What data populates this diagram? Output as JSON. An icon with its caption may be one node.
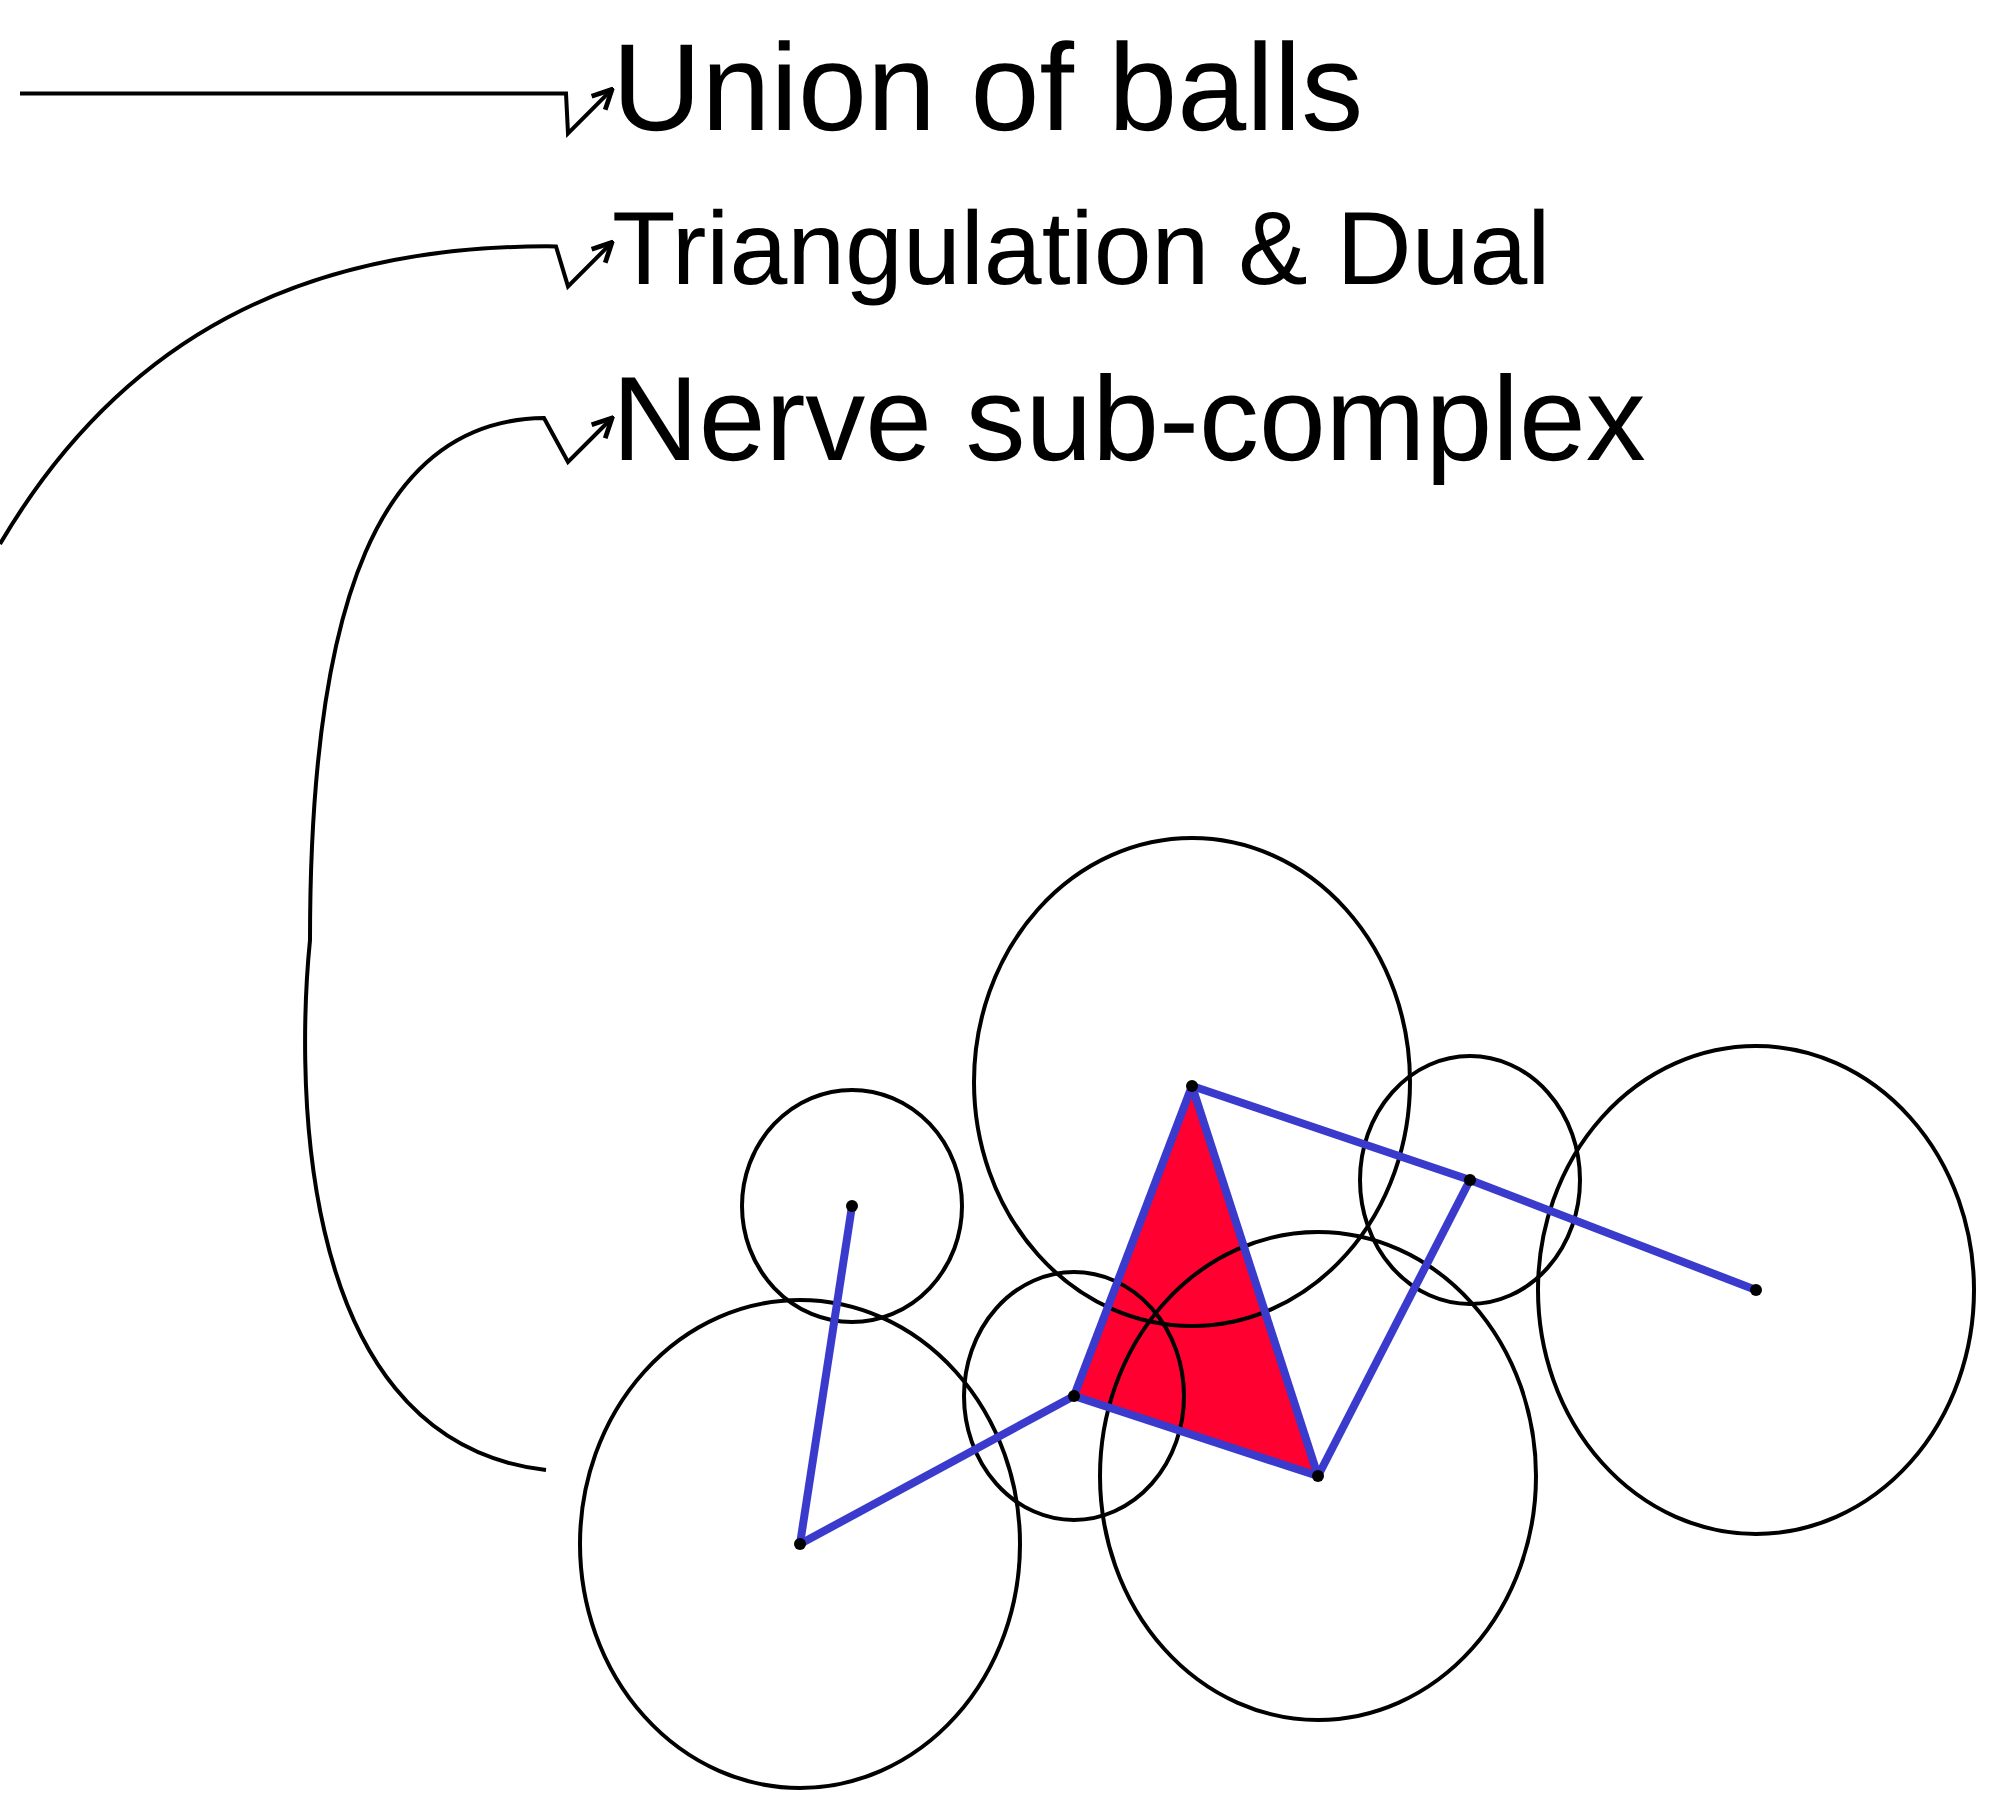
{
  "diagram": {
    "nodes": [
      {
        "text": [
          "Union of balls"
        ]
      },
      {
        "text": [
          "Triangulation & Dual"
        ]
      },
      {
        "text": [
          "Nerve sub-complex"
        ]
      }
    ],
    "edges": [
      {
        "from": null,
        "to": 0,
        "arrow": "to"
      },
      {
        "from": null,
        "to": 1,
        "arrow": "to"
      },
      {
        "from": null,
        "to": 2,
        "arrow": "to"
      }
    ]
  }
}
